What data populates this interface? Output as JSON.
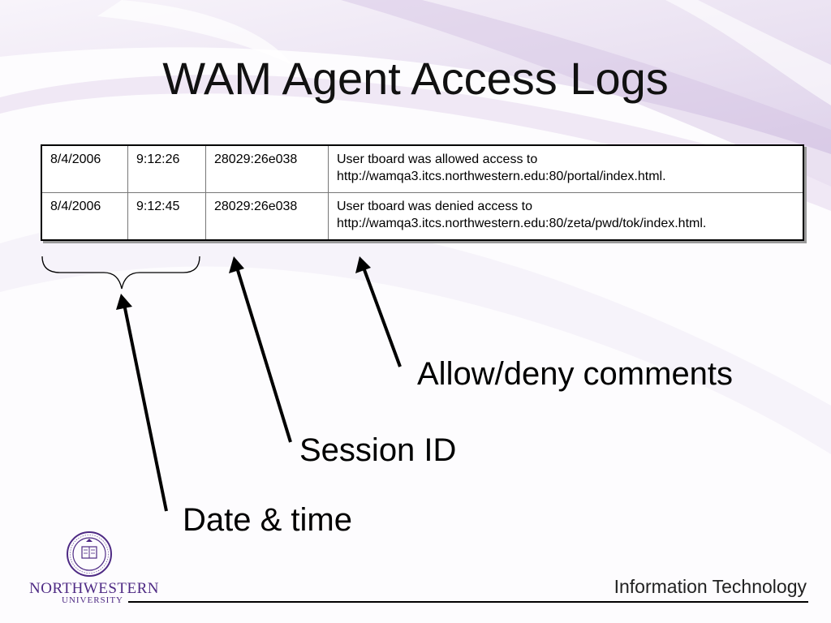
{
  "slide": {
    "title": "WAM Agent Access Logs"
  },
  "log_table": {
    "rows": [
      {
        "date": "8/4/2006",
        "time": "9:12:26",
        "session_id": "28029:26e038",
        "comment_line1": "User tboard was allowed access to",
        "comment_line2": "http://wamqa3.itcs.northwestern.edu:80/portal/index.html."
      },
      {
        "date": "8/4/2006",
        "time": "9:12:45",
        "session_id": "28029:26e038",
        "comment_line1": "User tboard was denied access to",
        "comment_line2": "http://wamqa3.itcs.northwestern.edu:80/zeta/pwd/tok/index.html."
      }
    ]
  },
  "annotations": {
    "allow_deny": "Allow/deny comments",
    "session_id": "Session ID",
    "date_time": "Date & time"
  },
  "footer": {
    "org_name": "NORTHWESTERN",
    "org_sub": "UNIVERSITY",
    "department": "Information Technology",
    "seal_icon": "university-seal-icon"
  },
  "colors": {
    "accent_purple": "#4e2a84",
    "swoosh_light": "#ece3f2"
  }
}
